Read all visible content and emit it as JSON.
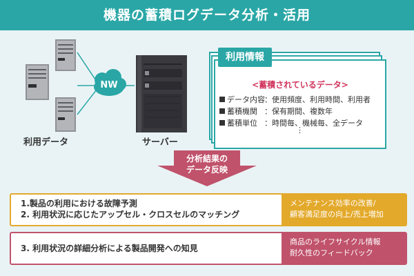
{
  "header": {
    "title": "機器の蓄積ログデータ分析・活用"
  },
  "diagram": {
    "clients_label": "利用データ",
    "network_label": "NW",
    "server_label": "サーバー",
    "info_card": {
      "tab_label": "利用情報",
      "title": "<蓄積されているデータ>",
      "rows": [
        {
          "key": "データ内容",
          "value": "：使用頻度、利用時間、利用者"
        },
        {
          "key": "蓄積機関",
          "value": "：保有期間、複数年"
        },
        {
          "key": "蓄積単位",
          "value": "：時間毎、機械毎、全データ"
        }
      ],
      "continuation": "⋮"
    },
    "arrow": {
      "line1": "分析結果の",
      "line2": "データ反映"
    },
    "results": [
      {
        "lines": [
          "1.製品の利用における故障予測",
          "2. 利用状況に応じたアップセル・クロスセルのマッチング"
        ],
        "benefit_lines": [
          "メンテナンス効率の改善/",
          "顧客満足度の向上/売上増加"
        ],
        "color": "#e3a92b"
      },
      {
        "lines": [
          "3. 利用状況の詳細分析による製品開発への知見"
        ],
        "benefit_lines": [
          "商品のライフサイクル情報",
          "耐久性のフィードバック"
        ],
        "color": "#c0526b"
      }
    ]
  },
  "colors": {
    "header_teal": "#2aa6a6",
    "background": "#e9f3f5",
    "accent_red": "#d0345c",
    "arrow_red": "#c0526b",
    "server_dark": "#3a3a3e"
  }
}
